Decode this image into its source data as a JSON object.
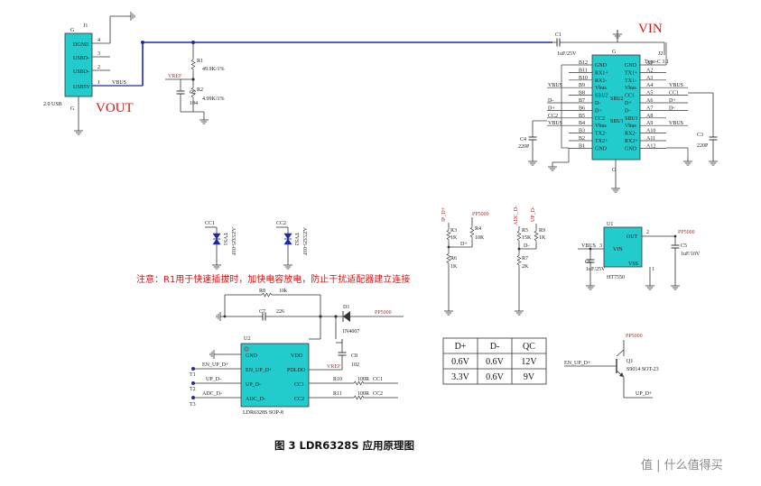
{
  "caption": "图 3 LDR6328S 应用原理图",
  "note": "注意：R1用于快速插拔时，加快电容放电，防止干扰适配器建立连接",
  "labels": {
    "vout": "VOUT",
    "vin": "VIN",
    "vbus": "VBUS",
    "vref": "VREF",
    "pp5000": "PP5000",
    "dplus": "D+",
    "dminus": "D-",
    "cc1": "CC1",
    "cc2": "CC2",
    "up_dplus": "UP_D+",
    "up_dminus": "UP_D-",
    "adc_dminus": "ADC_D-",
    "en_up_dplus": "EN_UP_D+",
    "ip_dplus": "IP_D+",
    "t1": "T1",
    "t2": "T2",
    "t3": "T3",
    "g": "G"
  },
  "usb2": {
    "ref": "J1",
    "name": "2.0 USB",
    "pins": [
      {
        "num": "4",
        "name": "DGND"
      },
      {
        "num": "3",
        "name": "USBD-"
      },
      {
        "num": "2",
        "name": "USBD-"
      },
      {
        "num": "1",
        "name": "USB5V"
      }
    ]
  },
  "typec": {
    "ref": "J2",
    "name": "Type-C 3.1",
    "center1": "SBU2",
    "center2": "SBU1",
    "left": [
      {
        "pin": "B12",
        "sig": "GND",
        "net": ""
      },
      {
        "pin": "B11",
        "sig": "RX1+",
        "net": ""
      },
      {
        "pin": "B10",
        "sig": "RX1-",
        "net": ""
      },
      {
        "pin": "B9",
        "sig": "Vbus",
        "net": "VBUS"
      },
      {
        "pin": "B8",
        "sig": "SBU2",
        "net": ""
      },
      {
        "pin": "B7",
        "sig": "D-",
        "net": "D-"
      },
      {
        "pin": "B6",
        "sig": "D+",
        "net": "D+"
      },
      {
        "pin": "B5",
        "sig": "CC2",
        "net": "CC2"
      },
      {
        "pin": "B4",
        "sig": "Vbus",
        "net": "VBUS"
      },
      {
        "pin": "B3",
        "sig": "TX2-",
        "net": ""
      },
      {
        "pin": "B2",
        "sig": "TX2+",
        "net": ""
      },
      {
        "pin": "B1",
        "sig": "GND",
        "net": ""
      }
    ],
    "right": [
      {
        "pin": "A1",
        "sig": "GND",
        "net": ""
      },
      {
        "pin": "A2",
        "sig": "TX1+",
        "net": ""
      },
      {
        "pin": "A3",
        "sig": "TX1-",
        "net": ""
      },
      {
        "pin": "A4",
        "sig": "Vbus",
        "net": "VBUS"
      },
      {
        "pin": "A5",
        "sig": "CC1",
        "net": "CC1"
      },
      {
        "pin": "A6",
        "sig": "D+",
        "net": "D+"
      },
      {
        "pin": "A7",
        "sig": "D-",
        "net": "D-"
      },
      {
        "pin": "A8",
        "sig": "SBU1",
        "net": ""
      },
      {
        "pin": "A9",
        "sig": "Vbus",
        "net": "VBUS"
      },
      {
        "pin": "A10",
        "sig": "RX2-",
        "net": ""
      },
      {
        "pin": "A11",
        "sig": "RX2+",
        "net": ""
      },
      {
        "pin": "A12",
        "sig": "GND",
        "net": ""
      }
    ]
  },
  "components": {
    "c1": {
      "ref": "C1",
      "value": "1uF/25V"
    },
    "c2": {
      "ref": "C2",
      "value": "104"
    },
    "c3": {
      "ref": "C3",
      "value": "220P"
    },
    "c4": {
      "ref": "C4",
      "value": "220P"
    },
    "c5": {
      "ref": "C5",
      "value": "1uF/10V"
    },
    "c6": {
      "ref": "C6",
      "value": "1uF/25V"
    },
    "c7": {
      "ref": "C7",
      "value": "226"
    },
    "c8": {
      "ref": "C8",
      "value": "102"
    },
    "r1": {
      "ref": "R1",
      "value": "49.9K/1%"
    },
    "r2": {
      "ref": "R2",
      "value": "4.99K/1%"
    },
    "r3": {
      "ref": "R3",
      "value": "1K"
    },
    "r4": {
      "ref": "R4",
      "value": "10K"
    },
    "r5": {
      "ref": "R5",
      "value": "15K"
    },
    "r6": {
      "ref": "R6",
      "value": "1K"
    },
    "r7": {
      "ref": "R7",
      "value": "2K"
    },
    "r8": {
      "ref": "R8",
      "value": "10k"
    },
    "r9": {
      "ref": "R9",
      "value": "1K"
    },
    "r10": {
      "ref": "R10",
      "value": "100R"
    },
    "r11": {
      "ref": "R11",
      "value": "100R"
    },
    "d1": {
      "ref": "D1",
      "value": "1N4007"
    },
    "tvs1": {
      "ref": "TVS1",
      "value": "AZ5325-01F"
    },
    "tvs2": {
      "ref": "TVS2",
      "value": "AZ5325-01F"
    },
    "q1": {
      "ref": "Q1",
      "value": "S9014 SOT-23"
    },
    "u1": {
      "ref": "U1",
      "value": "HT7550",
      "vin": "VIN",
      "out": "OUT",
      "vss": "VSS",
      "vbus_pin": "3",
      "out_pin": "2",
      "vss_pin": "1"
    },
    "u2": {
      "ref": "U2",
      "value": "LDR6328S SOP-8",
      "left_pins": [
        "GND",
        "EN_UP_D+",
        "UP_D-",
        "ADC_D-"
      ],
      "right_pins": [
        "VDD",
        "PDLDO",
        "CC1",
        "CC2"
      ]
    }
  },
  "table": {
    "headers": [
      "D+",
      "D-",
      "QC"
    ],
    "rows": [
      [
        "0.6V",
        "0.6V",
        "12V"
      ],
      [
        "3.3V",
        "0.6V",
        "9V"
      ]
    ]
  },
  "watermark": "值 | 什么值得买",
  "colors": {
    "wire": "#1a1a1a",
    "bus": "#1d2aa8",
    "chip": "#22cccc",
    "red": "#d01818"
  }
}
